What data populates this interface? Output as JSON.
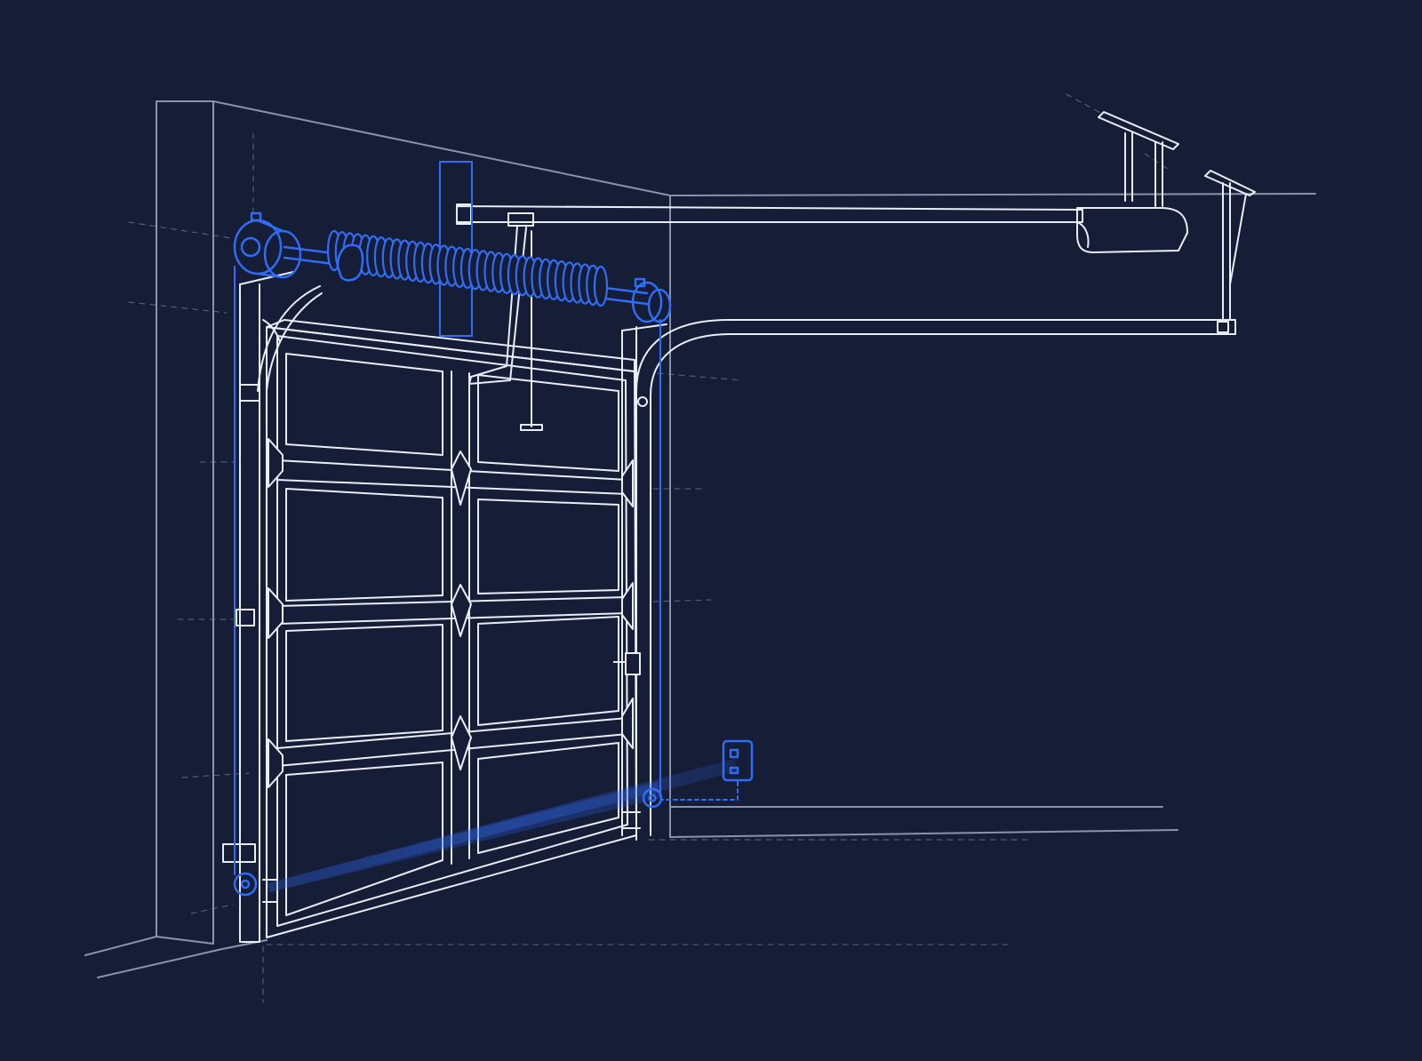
{
  "scene": "garage-door-blueprint",
  "colors": {
    "background": "#161d37",
    "line": "#e9edf7",
    "line_dim": "#8a93ad",
    "guide": "#5d6685",
    "accent": "#2f6df6",
    "accent_fill": "#2b64e8",
    "beam": "#2f6df6"
  },
  "components": [
    {
      "id": "wall",
      "icon": "wall-outline"
    },
    {
      "id": "door",
      "icon": "sectional-door-panels"
    },
    {
      "id": "torsion-spring",
      "icon": "coil-spring",
      "highlighted": true
    },
    {
      "id": "cable-drums",
      "icon": "drum",
      "highlighted": true
    },
    {
      "id": "lift-cables",
      "icon": "cable",
      "highlighted": true
    },
    {
      "id": "vertical-tracks",
      "icon": "track"
    },
    {
      "id": "horizontal-track",
      "icon": "curved-track"
    },
    {
      "id": "opener-rail",
      "icon": "rail"
    },
    {
      "id": "opener-motor",
      "icon": "motor-unit"
    },
    {
      "id": "ceiling-hangers",
      "icon": "hanger-bracket"
    },
    {
      "id": "safety-sensors",
      "icon": "photo-eye",
      "highlighted": true
    },
    {
      "id": "wall-control",
      "icon": "wall-button",
      "highlighted": true
    },
    {
      "id": "emergency-release",
      "icon": "pull-cord"
    }
  ]
}
